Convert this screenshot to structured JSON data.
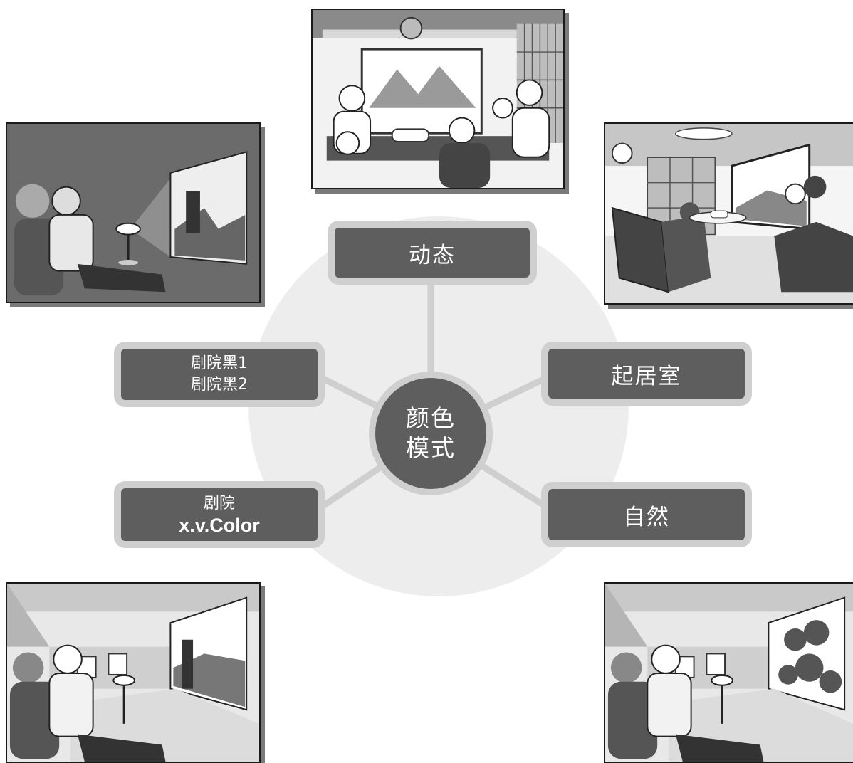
{
  "hub": {
    "line1": "颜色",
    "line2": "模式"
  },
  "modes": {
    "dynamic": "动态",
    "living": "起居室",
    "natural": "自然",
    "cinema_black_1": "剧院黑1",
    "cinema_black_2": "剧院黑2",
    "cinema": "剧院",
    "xvcolor": "x.v.Color"
  },
  "colors": {
    "box": "#5e5e5e",
    "box_border": "#cfcfcf",
    "circle": "#ededed",
    "text": "#ffffff"
  }
}
